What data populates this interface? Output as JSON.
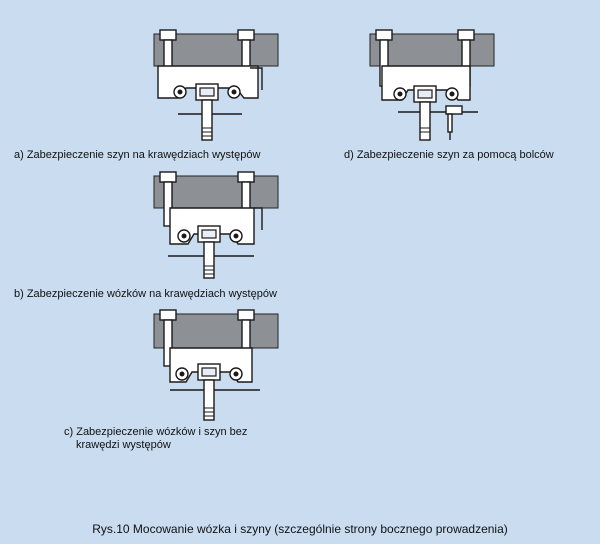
{
  "captions": {
    "a": "a) Zabezpieczenie szyn na krawędziach występów",
    "b": "b) Zabezpieczenie wózków na krawędziach występów",
    "c_line1": "c) Zabezpieczenie wózków i szyn bez",
    "c_line2": "krawędzi występów",
    "d": "d) Zabezpieczenie szyn za pomocą bolców"
  },
  "figure_title": "Rys.10  Mocowanie wózka i szyny (szczególnie strony bocznego prowadzenia)"
}
